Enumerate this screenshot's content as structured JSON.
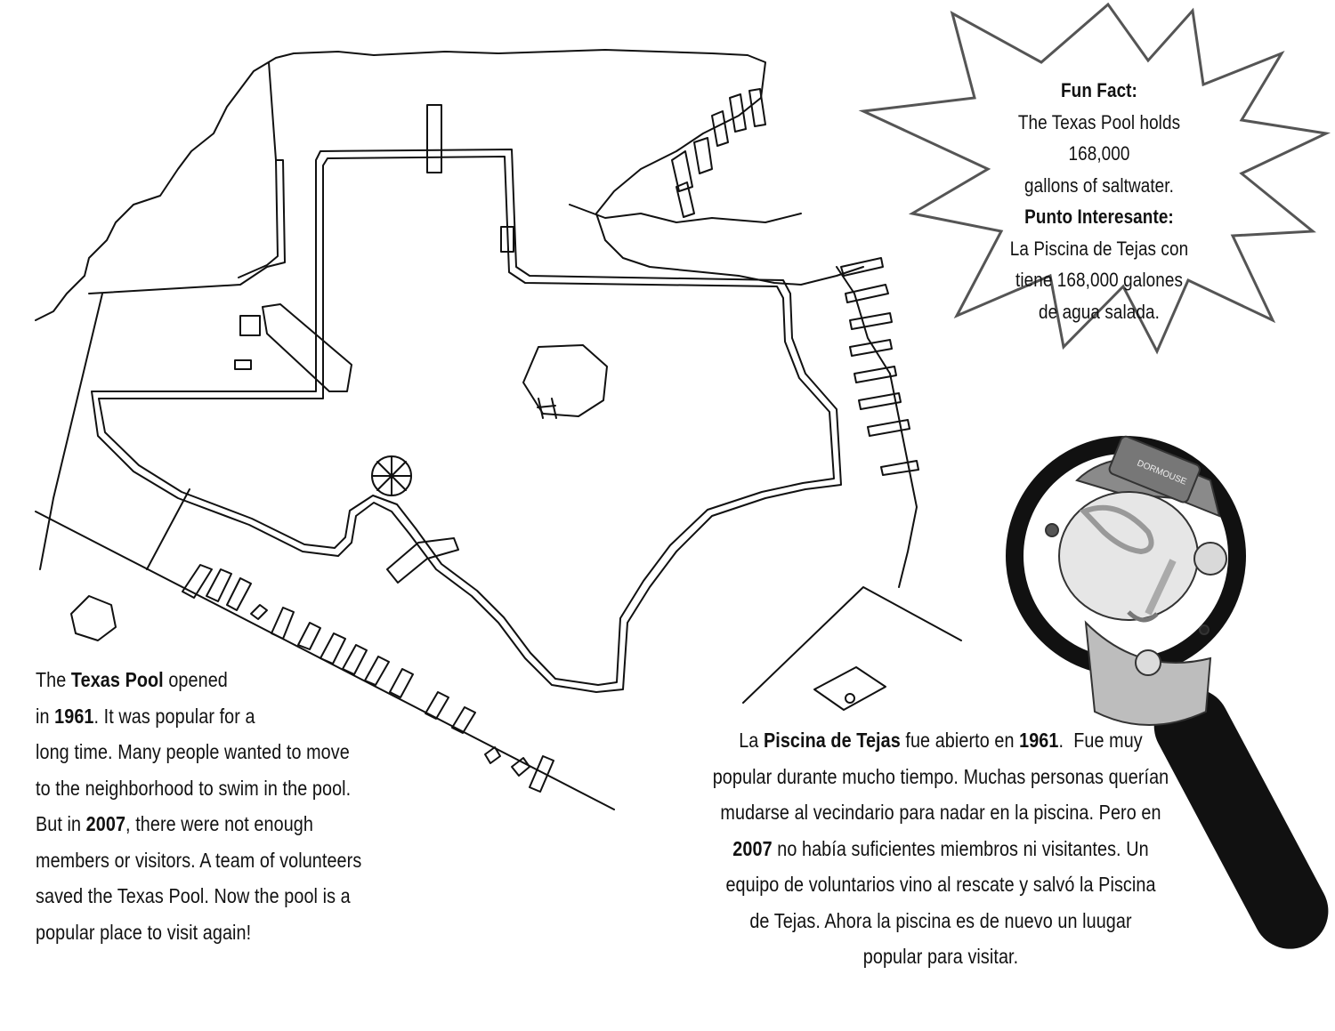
{
  "fun_fact": {
    "heading_en": "Fun Fact:",
    "lines_en": [
      "The Texas Pool holds 168,000",
      "gallons of saltwater."
    ],
    "heading_es": "Punto Interesante:",
    "lines_es": [
      "La Piscina de Tejas con",
      "tiene 168,000 galones",
      "de agua salada."
    ]
  },
  "english": {
    "l1": [
      "The ",
      "Texas Pool",
      " opened"
    ],
    "l2": [
      "in ",
      "1961",
      ". It was popular for a"
    ],
    "l3": "long time. Many people wanted to move",
    "l4": "to the neighborhood to swim in the pool.",
    "l5": [
      "But in ",
      "2007",
      ", there were not enough"
    ],
    "l6": "members or visitors. A team of volunteers",
    "l7": "saved the Texas Pool. Now the pool is a",
    "l8": "popular place to visit again!"
  },
  "spanish": {
    "l1": [
      "La ",
      "Piscina de Tejas",
      " fue abierto en ",
      "1961",
      ".  Fue muy"
    ],
    "l2": "popular durante mucho tiempo. Muchas personas querían",
    "l3": "mudarse al vecindario para nadar en la piscina. Pero en",
    "l4": [
      "2007",
      " no había suficientes miembros ni visitantes. Un"
    ],
    "l5": "equipo de voluntarios vino al rescate y salvó la Piscina",
    "l6": "de Tejas. Ahora la piscina es de nuevo un luugar",
    "l7": "popular para visitar."
  },
  "cap_logo": "DORMOUSE"
}
